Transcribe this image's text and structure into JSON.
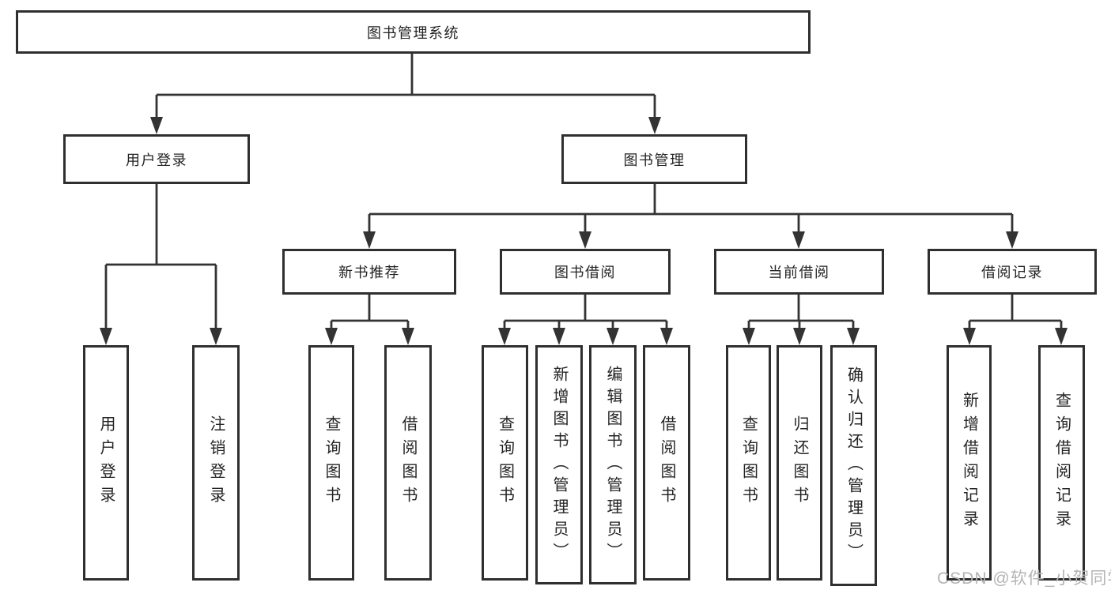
{
  "diagram": {
    "type": "hierarchy-tree",
    "tree": {
      "label": "图书管理系统",
      "children": [
        {
          "label": "用户登录",
          "children": [
            {
              "label": "用户登录"
            },
            {
              "label": "注销登录"
            }
          ]
        },
        {
          "label": "图书管理",
          "children": [
            {
              "label": "新书推荐",
              "children": [
                {
                  "label": "查询图书"
                },
                {
                  "label": "借阅图书"
                }
              ]
            },
            {
              "label": "图书借阅",
              "children": [
                {
                  "label": "查询图书"
                },
                {
                  "label": "新增图书（管理员）"
                },
                {
                  "label": "编辑图书（管理员）"
                },
                {
                  "label": "借阅图书"
                }
              ]
            },
            {
              "label": "当前借阅",
              "children": [
                {
                  "label": "查询图书"
                },
                {
                  "label": "归还图书"
                },
                {
                  "label": "确认归还（管理员）"
                }
              ]
            },
            {
              "label": "借阅记录",
              "children": [
                {
                  "label": "新增借阅记录"
                },
                {
                  "label": "查询借阅记录"
                }
              ]
            }
          ]
        }
      ]
    },
    "colors": {
      "line": "#333333",
      "box_border": "#2f2f2f",
      "text": "#242424",
      "background": "#ffffff",
      "watermark": "#b4b4b4"
    }
  },
  "watermark": {
    "text": "CSDN @软件_小贺同学"
  }
}
